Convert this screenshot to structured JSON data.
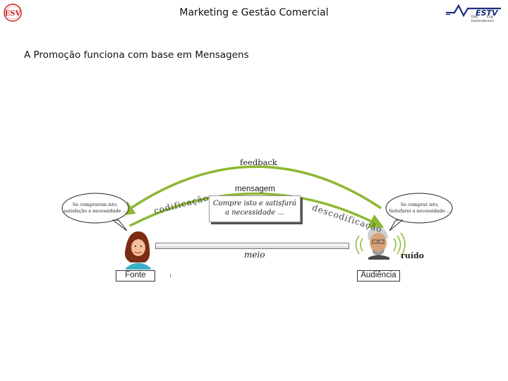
{
  "header": {
    "title": "Marketing e Gestão Comercial",
    "dept_labels": [
      "Dep.",
      "Eng.",
      "Electrotécnica"
    ]
  },
  "section_title": "A Promoção funciona com base em Mensagens",
  "diagram": {
    "feedback_label": "feedback",
    "message_label": "mensagem",
    "message_text_line1": "Compre isto e satisfará",
    "message_text_line2": "a necessidade ...",
    "encoding_label": "codificação",
    "decoding_label": "descodificação",
    "channel_label": "meio",
    "noise_label": "ruído",
    "source_label": "Fonte",
    "audience_label": "Audiência",
    "source_thought_line1": "Se comprarem isto,",
    "source_thought_line2": "satisfação a necessidade ...",
    "audience_thought_line1": "Se comprar isto,",
    "audience_thought_line2": "Satisfarei a necessidade ..."
  },
  "colors": {
    "arrow_green": "#8cb832",
    "logo_red": "#cc1f1f",
    "logo_blue": "#1a2f7a"
  }
}
